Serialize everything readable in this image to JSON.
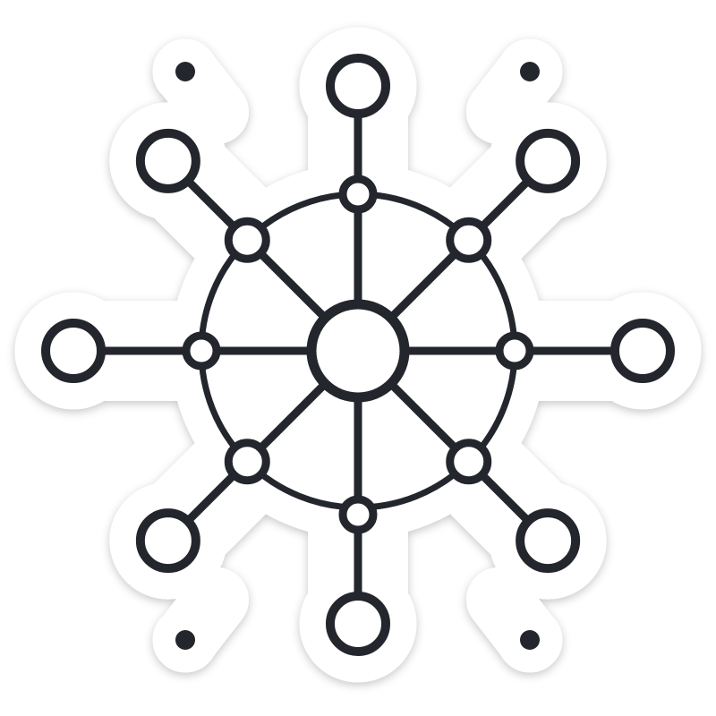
{
  "colors": {
    "background": "#ffffff",
    "sticker_fill": "#ffffff",
    "sticker_shadow": "#d6d6d6",
    "ink": "#23262c",
    "node_fill": "#ffffff"
  },
  "icon": {
    "name": "network-hub-icon",
    "spokes": 8,
    "outer_nodes": 8,
    "inner_nodes": 8,
    "decorative_dots": 4
  }
}
